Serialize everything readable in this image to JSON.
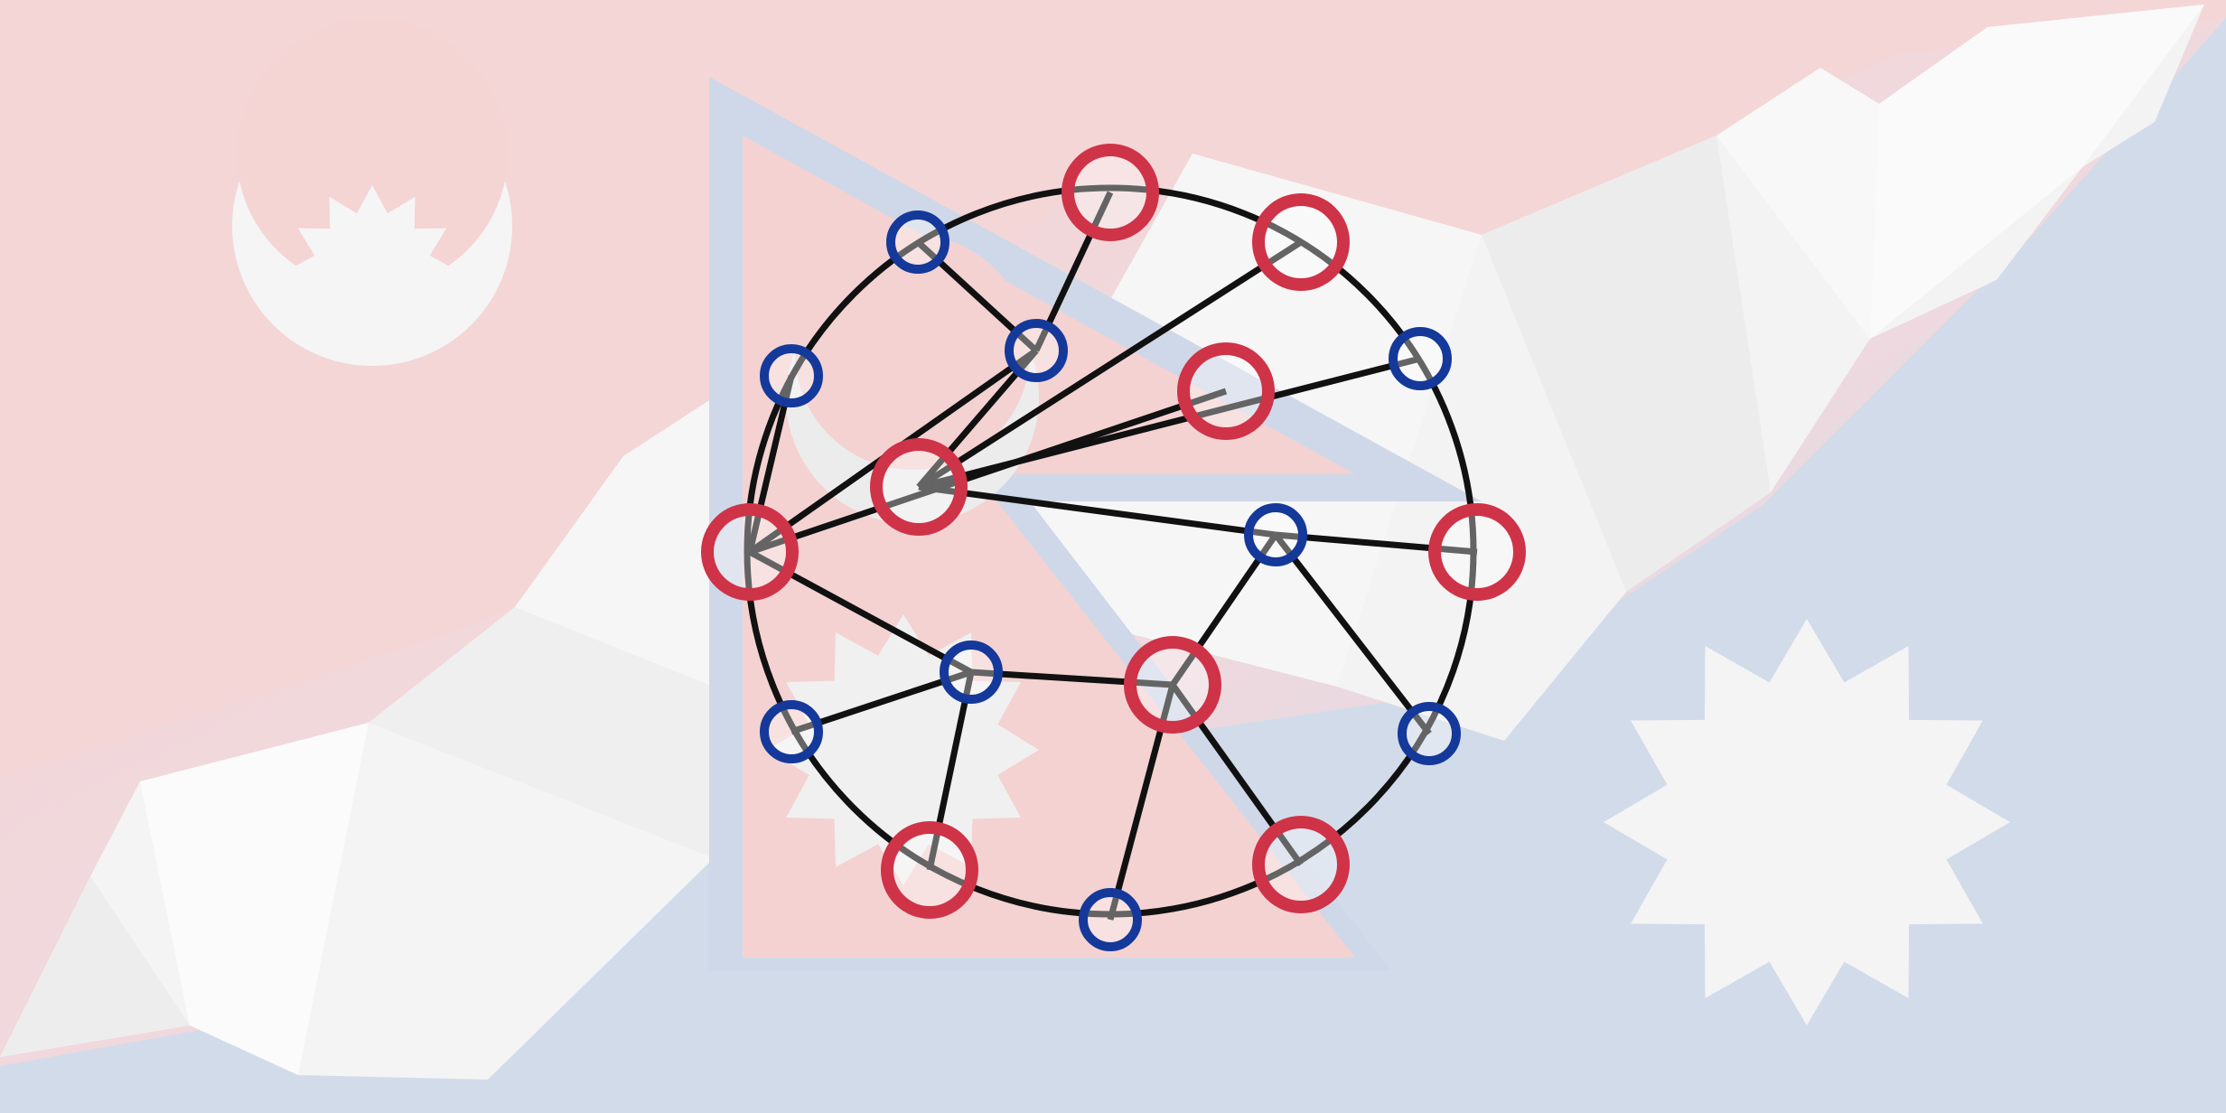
{
  "colors": {
    "pink_bg": "#f4d5d5",
    "blue_bg": "#d3dcea",
    "white_band": "#f7f7f7",
    "flag_red": "#f4d3d3",
    "flag_border": "#cdd8e8",
    "emblem_white": "#f5f5f5",
    "node_red": "#cf3347",
    "node_blue": "#14399a",
    "edge": "#111111"
  },
  "icons": {
    "background_crescent": "crescent-moon-icon",
    "background_sun": "twelve-point-sun-icon",
    "flag": "nepal-flag-icon",
    "network": "network-graph-icon"
  },
  "network": {
    "nodes": [
      {
        "id": "n1",
        "kind": "red"
      },
      {
        "id": "n2",
        "kind": "blue"
      },
      {
        "id": "n3",
        "kind": "red"
      },
      {
        "id": "n4",
        "kind": "blue"
      },
      {
        "id": "n5",
        "kind": "blue"
      },
      {
        "id": "n6",
        "kind": "red"
      },
      {
        "id": "n7",
        "kind": "blue"
      },
      {
        "id": "n8",
        "kind": "red"
      },
      {
        "id": "n9",
        "kind": "red"
      },
      {
        "id": "n10",
        "kind": "blue"
      },
      {
        "id": "n11",
        "kind": "red"
      },
      {
        "id": "n12",
        "kind": "blue"
      },
      {
        "id": "n13",
        "kind": "blue"
      },
      {
        "id": "n14",
        "kind": "red"
      },
      {
        "id": "n15",
        "kind": "blue"
      },
      {
        "id": "n16",
        "kind": "red"
      },
      {
        "id": "n17",
        "kind": "blue"
      },
      {
        "id": "n18",
        "kind": "red"
      }
    ],
    "edges": [
      [
        "n1",
        "n5"
      ],
      [
        "n2",
        "n5"
      ],
      [
        "n5",
        "n8"
      ],
      [
        "n5",
        "n9"
      ],
      [
        "n3",
        "n8"
      ],
      [
        "n8",
        "n7"
      ],
      [
        "n8",
        "n10"
      ],
      [
        "n4",
        "n9"
      ],
      [
        "n6",
        "n9"
      ],
      [
        "n9",
        "n12"
      ],
      [
        "n10",
        "n11"
      ],
      [
        "n10",
        "n14"
      ],
      [
        "n10",
        "n15"
      ],
      [
        "n12",
        "n13"
      ],
      [
        "n12",
        "n16"
      ],
      [
        "n12",
        "n14"
      ],
      [
        "n14",
        "n17"
      ],
      [
        "n14",
        "n18"
      ]
    ]
  }
}
